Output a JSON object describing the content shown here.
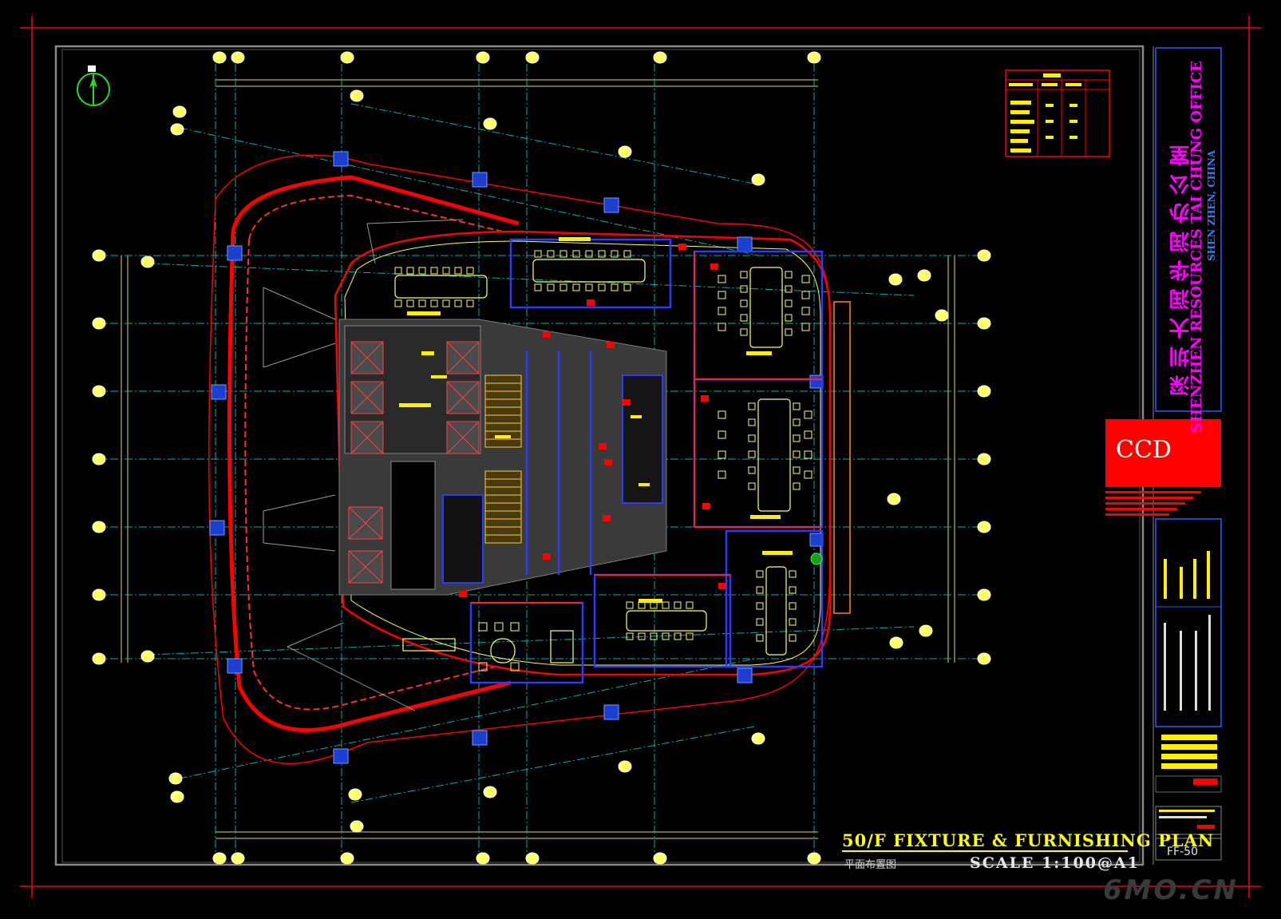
{
  "drawing": {
    "title": "50/F FIXTURE & FURNISHING PLAN",
    "subtitle": "平面布置图",
    "scale": "SCALE 1:100@A1",
    "sheet_no": "FF-50"
  },
  "project": {
    "name_cn": "深圳大润华润办公室",
    "name_en": "SHENZHEN RESOURCES TAI CHUNG OFFICE",
    "location": "SHEN ZHEN, CHINA"
  },
  "logo_text": "CCD",
  "watermark": "6MO.CN",
  "colors": {
    "background": "#000000",
    "frame": "#ff0000",
    "structure": "#ff0000",
    "furniture": "#ffff66",
    "partition": "#2a3cff",
    "grid": "#00c8c8",
    "core_fill": "#3a3a3a",
    "text_magenta": "#ff00ff",
    "dimension": "#e0e060"
  },
  "icons": {
    "north_arrow": "north-arrow-icon",
    "grid_bubble": "grid-bubble-icon",
    "plant": "plant-icon"
  }
}
